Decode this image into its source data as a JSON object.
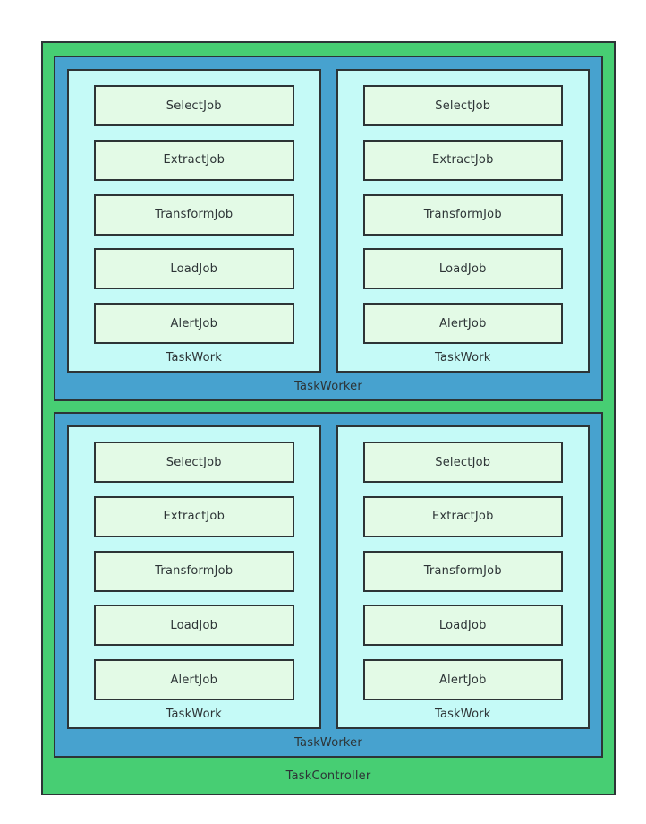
{
  "controller": {
    "label": "TaskController",
    "workers": [
      {
        "label": "TaskWorker",
        "works": [
          {
            "label": "TaskWork",
            "jobs": [
              "SelectJob",
              "ExtractJob",
              "TransformJob",
              "LoadJob",
              "AlertJob"
            ]
          },
          {
            "label": "TaskWork",
            "jobs": [
              "SelectJob",
              "ExtractJob",
              "TransformJob",
              "LoadJob",
              "AlertJob"
            ]
          }
        ]
      },
      {
        "label": "TaskWorker",
        "works": [
          {
            "label": "TaskWork",
            "jobs": [
              "SelectJob",
              "ExtractJob",
              "TransformJob",
              "LoadJob",
              "AlertJob"
            ]
          },
          {
            "label": "TaskWork",
            "jobs": [
              "SelectJob",
              "ExtractJob",
              "TransformJob",
              "LoadJob",
              "AlertJob"
            ]
          }
        ]
      }
    ]
  },
  "colors": {
    "controller_fill": "#47ce73",
    "worker_fill": "#47a2cf",
    "work_fill": "#c5faf7",
    "job_fill": "#e3fae6",
    "border": "#2d3436",
    "text": "#2d3436",
    "page_bg": "#ffffff"
  }
}
